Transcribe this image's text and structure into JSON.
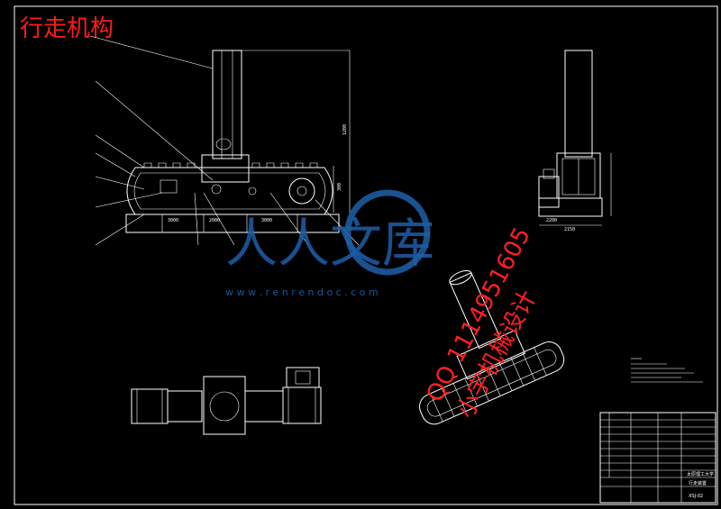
{
  "drawing": {
    "title": "行走机构",
    "dimensions": {
      "height_right": "1200",
      "height_mid": "300",
      "segment_1": "3000",
      "segment_2": "2000",
      "segment_3": "3000",
      "base_width": "2200",
      "side_width": "2150"
    },
    "title_block": {
      "name_1": "太原理工大学",
      "name_2": "行走装置",
      "drawing_no": "XSJ-02"
    }
  },
  "watermark": {
    "brand": "人人文库",
    "url": "w w w . r e n r e n d o c . c o m",
    "qq": "QQ 1114951605",
    "text_2": "小宇机械设计"
  },
  "colors": {
    "background": "#000000",
    "lines": "#ffffff",
    "title": "#ff1a1a",
    "watermark_blue": "#1e5fa8",
    "watermark_red": "#ff2020"
  }
}
